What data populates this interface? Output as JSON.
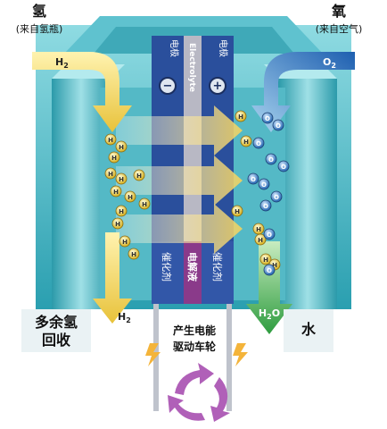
{
  "hydrogen": {
    "title": "氢",
    "source": "(来自氢瓶)",
    "gas_in": "H",
    "gas_in_sub": "2",
    "gas_out": "H",
    "gas_out_sub": "2"
  },
  "oxygen": {
    "title": "氧",
    "source": "(来自空气)",
    "gas_in": "O",
    "gas_in_sub": "2"
  },
  "electrode_left": "电极",
  "electrode_right": "电极",
  "electrolyte_en": "Electrolyte",
  "catalyst_left": "催化剂",
  "electrolyte_cn": "电解液",
  "catalyst_right": "催化剂",
  "sign_negative": "−",
  "sign_positive": "+",
  "h_atom": "H",
  "o_atom": "O",
  "water_formula": "H",
  "water_formula_sub": "2",
  "water_formula_o": "O",
  "excess_hydrogen": [
    "多余氢",
    "回收"
  ],
  "water_label": "水",
  "power_label": [
    "产生电能",
    "驱动车轮"
  ],
  "colors": {
    "teal_dark": "#1f8fa0",
    "teal_light": "#7fd0d8",
    "arrow_yellow": "#f2d15c",
    "arrow_blue": "#3a7fc4",
    "arrow_green": "#3aa84a",
    "membrane_purple": "#8a3a8a",
    "electrode_blue": "#2a4f9c"
  }
}
